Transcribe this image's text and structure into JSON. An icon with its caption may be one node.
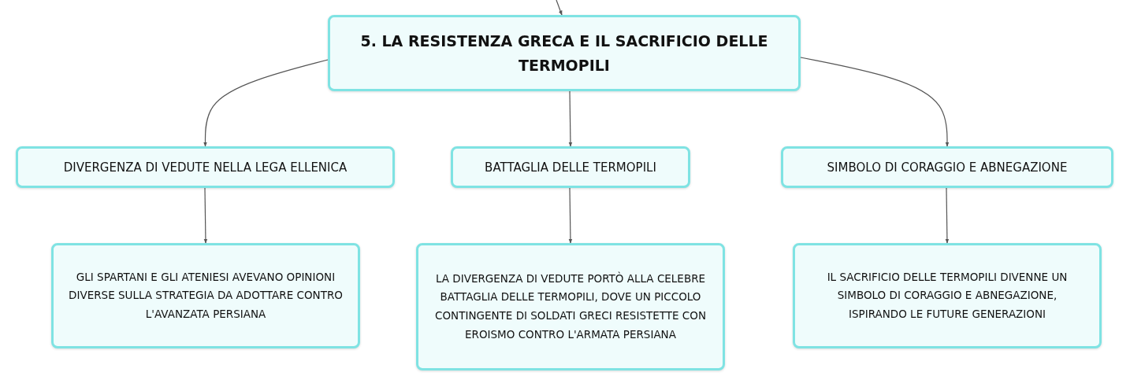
{
  "diagram": {
    "nodes": [
      {
        "text": [
          "5. LA RESISTENZA GRECA E IL SACRIFICIO DELLE TERMOPILI"
        ]
      },
      {
        "text": [
          "DIVERGENZA DI VEDUTE NELLA LEGA ELLENICA"
        ]
      },
      {
        "text": [
          "BATTAGLIA DELLE TERMOPILI"
        ]
      },
      {
        "text": [
          "SIMBOLO DI CORAGGIO E ABNEGAZIONE"
        ]
      },
      {
        "text": [
          "GLI SPARTANI E GLI ATENIESI AVEVANO OPINIONI DIVERSE SULLA STRATEGIA DA ADOTTARE CONTRO L'AVANZATA PERSIANA"
        ]
      },
      {
        "text": [
          "LA DIVERGENZA DI VEDUTE PORTÒ ALLA CELEBRE BATTAGLIA DELLE TERMOPILI, DOVE UN PICCOLO CONTINGENTE DI SOLDATI GRECI RESISTETTE CON EROISMO CONTRO L'ARMATA PERSIANA"
        ]
      },
      {
        "text": [
          "IL SACRIFICIO DELLE TERMOPILI DIVENNE UN SIMBOLO DI CORAGGIO E ABNEGAZIONE, ISPIRANDO LE FUTURE GENERAZIONI"
        ]
      }
    ],
    "edges": [
      {
        "from": null,
        "to": 0,
        "arrow": "to"
      },
      {
        "from": 0,
        "to": 1,
        "arrow": "to"
      },
      {
        "from": 0,
        "to": 2,
        "arrow": "to"
      },
      {
        "from": 0,
        "to": 3,
        "arrow": "to"
      },
      {
        "from": 1,
        "to": 4,
        "arrow": "to"
      },
      {
        "from": 2,
        "to": 5,
        "arrow": "to"
      },
      {
        "from": 3,
        "to": 6,
        "arrow": "to"
      }
    ]
  }
}
